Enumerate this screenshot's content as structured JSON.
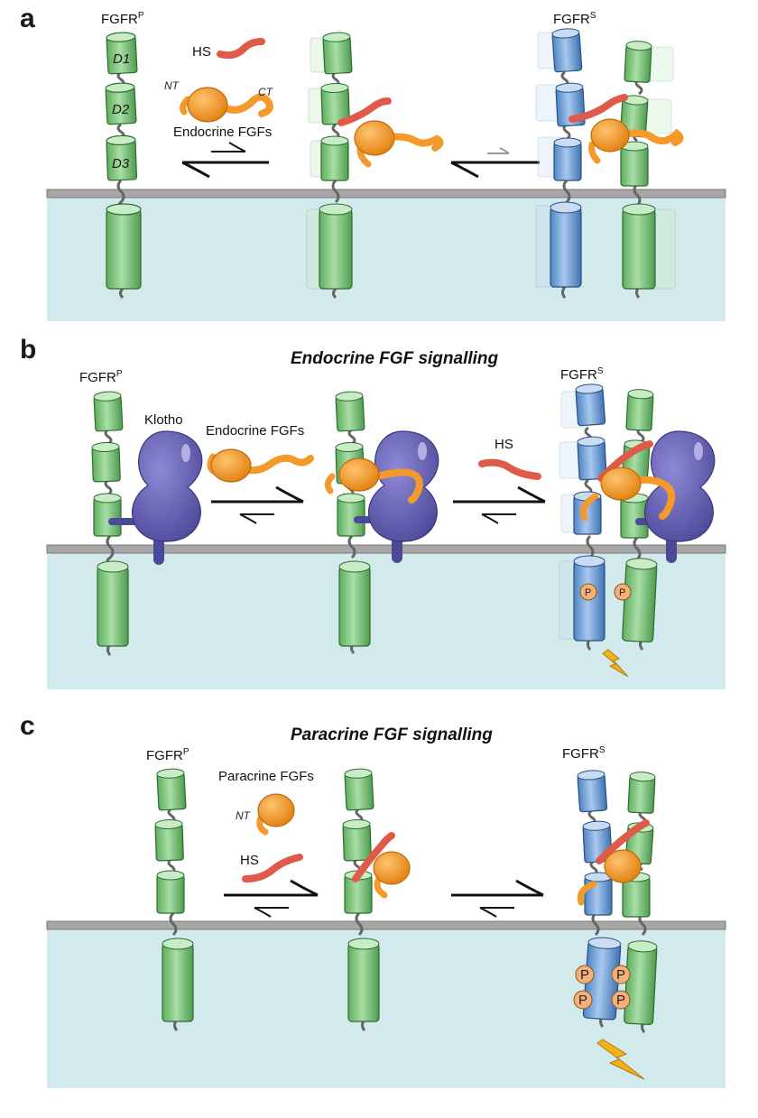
{
  "panels": {
    "a": {
      "letter": "a",
      "receptor_primary": "FGFR",
      "receptor_primary_sup": "P",
      "receptor_signalling": "FGFR",
      "receptor_signalling_sup": "S",
      "domains": [
        "D1",
        "D2",
        "D3"
      ],
      "hs": "HS",
      "nt": "NT",
      "ct": "CT",
      "ligand": "Endocrine FGFs"
    },
    "b": {
      "letter": "b",
      "title": "Endocrine FGF signalling",
      "receptor_primary": "FGFR",
      "receptor_primary_sup": "P",
      "receptor_signalling": "FGFR",
      "receptor_signalling_sup": "S",
      "coreceptor": "Klotho",
      "ligand": "Endocrine FGFs",
      "hs": "HS",
      "phospho": "P"
    },
    "c": {
      "letter": "c",
      "title": "Paracrine FGF signalling",
      "receptor_primary": "FGFR",
      "receptor_primary_sup": "P",
      "receptor_signalling": "FGFR",
      "receptor_signalling_sup": "S",
      "ligand": "Paracrine FGFs",
      "nt": "NT",
      "hs": "HS",
      "phospho": "P"
    }
  },
  "colors": {
    "cytoplasm": "#d3eaec",
    "membrane": "#a6a6a6",
    "fgfr_green": "#8fd08c",
    "fgfr_blue": "#82aede",
    "fgf_orange": "#f39a2b",
    "hs_red": "#e05a4a",
    "klotho_purple": "#6a66b8",
    "signal_yellow": "#f3b21c"
  },
  "icons": [
    "lightning-icon"
  ]
}
